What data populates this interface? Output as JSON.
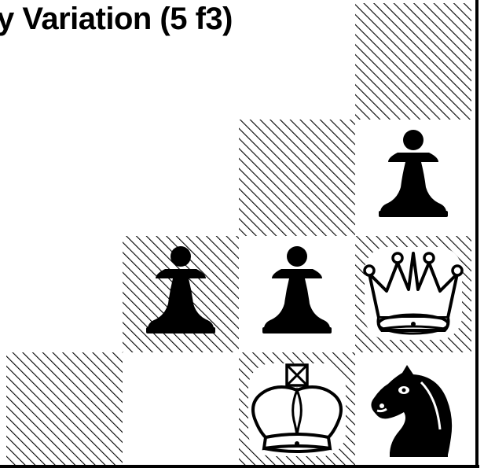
{
  "title": "Variation (5 f3)",
  "title_prefix_glyph": "y",
  "colors": {
    "background": "#ffffff",
    "ink": "#000000",
    "dark_square_hatch": "#000000"
  },
  "board": {
    "square_style": "diagonal-hatch-for-dark-squares",
    "visible_squares": [
      {
        "file": 4,
        "rank": 1,
        "color": "dark"
      },
      {
        "file": 3,
        "rank": 2,
        "color": "dark"
      },
      {
        "file": 4,
        "rank": 2,
        "color": "light"
      },
      {
        "file": 2,
        "rank": 3,
        "color": "dark"
      },
      {
        "file": 3,
        "rank": 3,
        "color": "light"
      },
      {
        "file": 4,
        "rank": 3,
        "color": "dark"
      },
      {
        "file": 1,
        "rank": 4,
        "color": "dark"
      },
      {
        "file": 2,
        "rank": 4,
        "color": "light"
      },
      {
        "file": 3,
        "rank": 4,
        "color": "dark"
      },
      {
        "file": 4,
        "rank": 4,
        "color": "light"
      }
    ],
    "pieces": [
      {
        "name": "black-pawn-icon",
        "color": "black",
        "type": "pawn",
        "file": 4,
        "rank": 2
      },
      {
        "name": "black-pawn-icon",
        "color": "black",
        "type": "pawn",
        "file": 2,
        "rank": 3
      },
      {
        "name": "black-pawn-icon",
        "color": "black",
        "type": "pawn",
        "file": 3,
        "rank": 3
      },
      {
        "name": "white-queen-icon",
        "color": "white",
        "type": "queen",
        "file": 4,
        "rank": 3
      },
      {
        "name": "white-king-icon",
        "color": "white",
        "type": "king",
        "file": 3,
        "rank": 4
      },
      {
        "name": "black-knight-icon",
        "color": "black",
        "type": "knight",
        "file": 4,
        "rank": 4
      }
    ]
  }
}
